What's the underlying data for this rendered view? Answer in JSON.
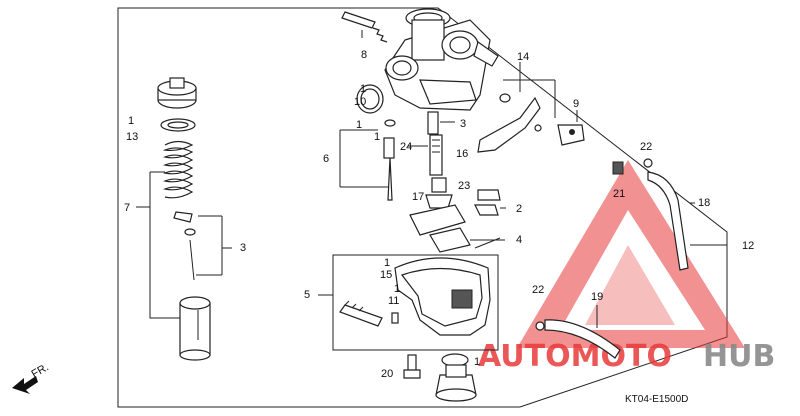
{
  "diagram": {
    "code": "KT04-E1500D",
    "front_arrow_label": "FR.",
    "callouts": {
      "c1": "1",
      "c10": "10",
      "c1b": "1",
      "c13": "13",
      "c8": "8",
      "c3a": "3",
      "c7": "7",
      "c3b": "3",
      "c6": "6",
      "c1c": "1",
      "c1d": "1",
      "c24": "24",
      "c16": "16",
      "c17": "17",
      "c23": "23",
      "c2": "2",
      "c4": "4",
      "c1e": "1",
      "c15": "15",
      "c5": "5",
      "c1f": "1",
      "c11": "11",
      "c20": "20",
      "c14": "14",
      "c9": "9",
      "c22a": "22",
      "c21": "21",
      "c18": "18",
      "c12": "12",
      "c22b": "22",
      "c19": "19",
      "c1g": "1"
    }
  },
  "watermark": {
    "text_auto": "AUTOMOTO",
    "text_hub": "HUB",
    "color_red": "#e8393a",
    "color_gray": "#8a8a8a"
  }
}
